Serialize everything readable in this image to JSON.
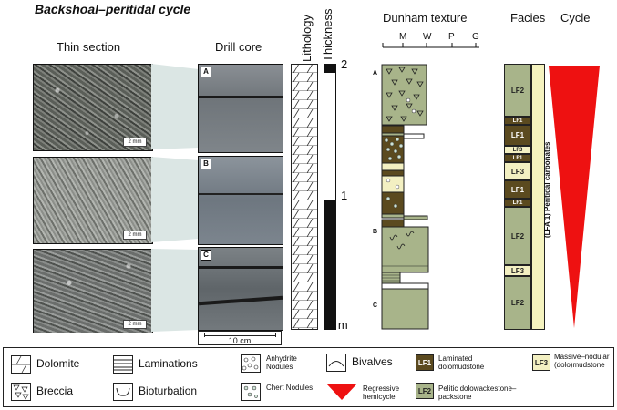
{
  "title": "Backshoal–peritidal cycle",
  "headers": {
    "thin_section": "Thin section",
    "drill_core": "Drill core",
    "lithology": "Lithology",
    "thickness": "Thickness",
    "dunham_texture": "Dunham texture",
    "facies": "Facies",
    "cycle": "Cycle"
  },
  "thin_sections": [
    {
      "scale": "2 mm"
    },
    {
      "scale": "2 mm"
    },
    {
      "scale": "2 mm"
    }
  ],
  "drill_cores": [
    {
      "label": "A"
    },
    {
      "label": "B"
    },
    {
      "label": "C"
    }
  ],
  "core_scale": "10 cm",
  "thickness_ticks": {
    "top": "2",
    "mid": "1",
    "bottom": "0 m"
  },
  "dunham_ticks": [
    "M",
    "W",
    "P",
    "G"
  ],
  "log_markers": [
    "A",
    "B",
    "C"
  ],
  "facies_column": [
    {
      "code": "LF2",
      "class": "lf2",
      "rel": 0.2
    },
    {
      "code": "LF1",
      "class": "lf1",
      "rel": 0.03
    },
    {
      "code": "LF1",
      "class": "lf1",
      "rel": 0.08
    },
    {
      "code": "LF3",
      "class": "lf3",
      "rel": 0.03
    },
    {
      "code": "LF1",
      "class": "lf1",
      "rel": 0.03
    },
    {
      "code": "LF3",
      "class": "lf3",
      "rel": 0.07
    },
    {
      "code": "LF1",
      "class": "lf1",
      "rel": 0.07
    },
    {
      "code": "LF1",
      "class": "lf1",
      "rel": 0.03
    },
    {
      "code": "LF2",
      "class": "lf2",
      "rel": 0.22
    },
    {
      "code": "LF3",
      "class": "lf3",
      "rel": 0.04
    },
    {
      "code": "LF2",
      "class": "lf2",
      "rel": 0.2
    }
  ],
  "lfa_label": "(LFA 1) Peritidal carbonates",
  "legend": {
    "dolomite": "Dolomite",
    "laminations": "Laminations",
    "anhydrite": "Anhydrite Nodules",
    "bivalves": "Bivalves",
    "lf1_code": "LF1",
    "lf1_text": "Laminated dolomudstone",
    "lf3_code": "LF3",
    "lf3_text": "Massive–nodular (dolo)mudstone",
    "breccia": "Breccia",
    "bioturbation": "Bioturbation",
    "chert": "Chert Nodules",
    "regressive": "Regressive hemicycle",
    "lf2_code": "LF2",
    "lf2_text": "Pelitic dolowackestone–packstone"
  },
  "colors": {
    "lf1": "#5b4a1f",
    "lf2": "#a8b48a",
    "lf3": "#f3f0c2",
    "cycle_red": "#ee1111"
  }
}
